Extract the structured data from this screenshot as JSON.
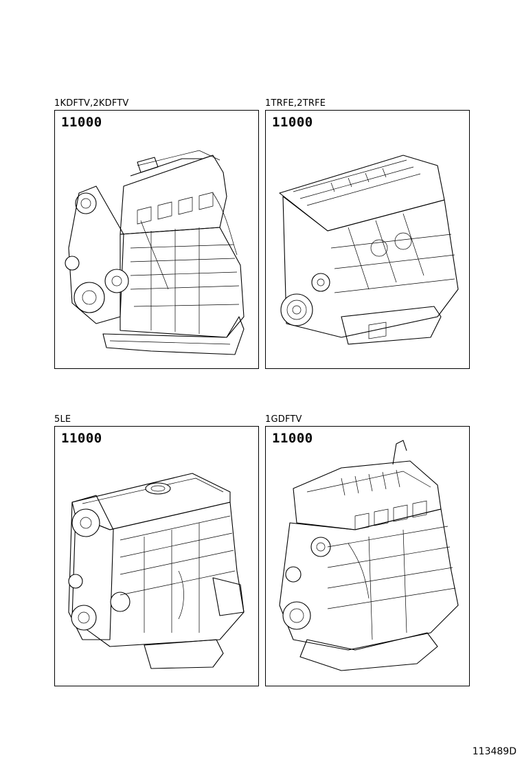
{
  "panels": [
    {
      "caption": "1KDFTV,2KDFTV",
      "part_number": "11000"
    },
    {
      "caption": "1TRFE,2TRFE",
      "part_number": "11000"
    },
    {
      "caption": "5LE",
      "part_number": "11000"
    },
    {
      "caption": "1GDFTV",
      "part_number": "11000"
    }
  ],
  "figure_number": "113489D"
}
